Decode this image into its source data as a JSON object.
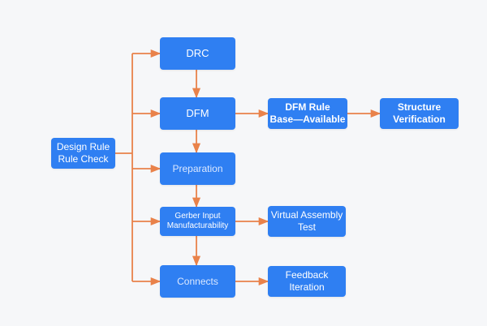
{
  "nodes": {
    "design_rule_check": {
      "label": "Design Rule\nRule Check"
    },
    "drc": {
      "label": "DRC"
    },
    "dfm": {
      "label": "DFM"
    },
    "preparation": {
      "label": "Preparation"
    },
    "gerber": {
      "label": "Gerber Input\nManufacturability"
    },
    "connects": {
      "label": "Connects"
    },
    "dfm_rule_base": {
      "label": "DFM Rule\nBase—Available"
    },
    "structure_verification": {
      "label": "Structure\nVerification"
    },
    "virtual_assembly": {
      "label": "Virtual Assembly\nTest"
    },
    "feedback": {
      "label": "Feedback\nIteration"
    }
  },
  "colors": {
    "node_fill": "#2f7ff2",
    "connector": "#e9824a",
    "background": "#f6f7f9"
  }
}
